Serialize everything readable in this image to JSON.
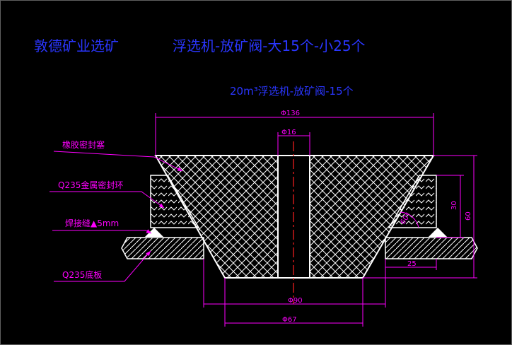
{
  "titles": {
    "company": "敦德矿业选矿",
    "main": "浮选机-放矿阀-大15个-小25个",
    "sub": "20m³浮选机-放矿阀-15个"
  },
  "dimensions": {
    "top_diameter": "Φ136",
    "hole_diameter": "Φ16",
    "outer_diameter": "Φ90",
    "bottom_diameter": "Φ67",
    "ring_height": "30",
    "total_height": "60",
    "ring_width": "25",
    "angle": "60°"
  },
  "callouts": {
    "rubber_plug": "橡胶密封塞",
    "metal_ring": "Q235金属密封环",
    "weld": "焊接缝▲5mm",
    "base_plate": "Q235底板"
  },
  "colors": {
    "outline": "#ffffff",
    "title_blue": "#2a36ff",
    "callout": "#ff00ff",
    "centerline": "#ff2020",
    "background": "#000000"
  }
}
